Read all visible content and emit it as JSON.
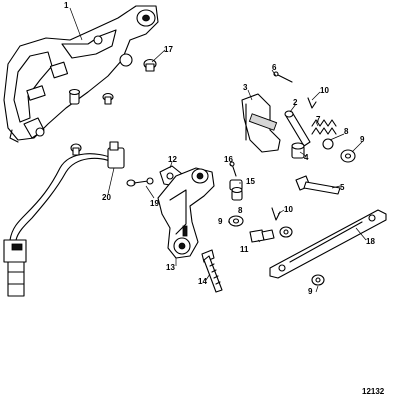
{
  "callouts": {
    "c1": "1",
    "c2": "2",
    "c3": "3",
    "c4": "4",
    "c5": "5",
    "c6": "6",
    "c7": "7",
    "c8a": "8",
    "c8b": "8",
    "c9a": "9",
    "c9b": "9",
    "c9c": "9",
    "c10a": "10",
    "c10b": "10",
    "c11": "11",
    "c12": "12",
    "c13": "13",
    "c14": "14",
    "c15": "15",
    "c16": "16",
    "c17": "17",
    "c18": "18",
    "c19": "19",
    "c20": "20"
  },
  "reference_number": "12132"
}
